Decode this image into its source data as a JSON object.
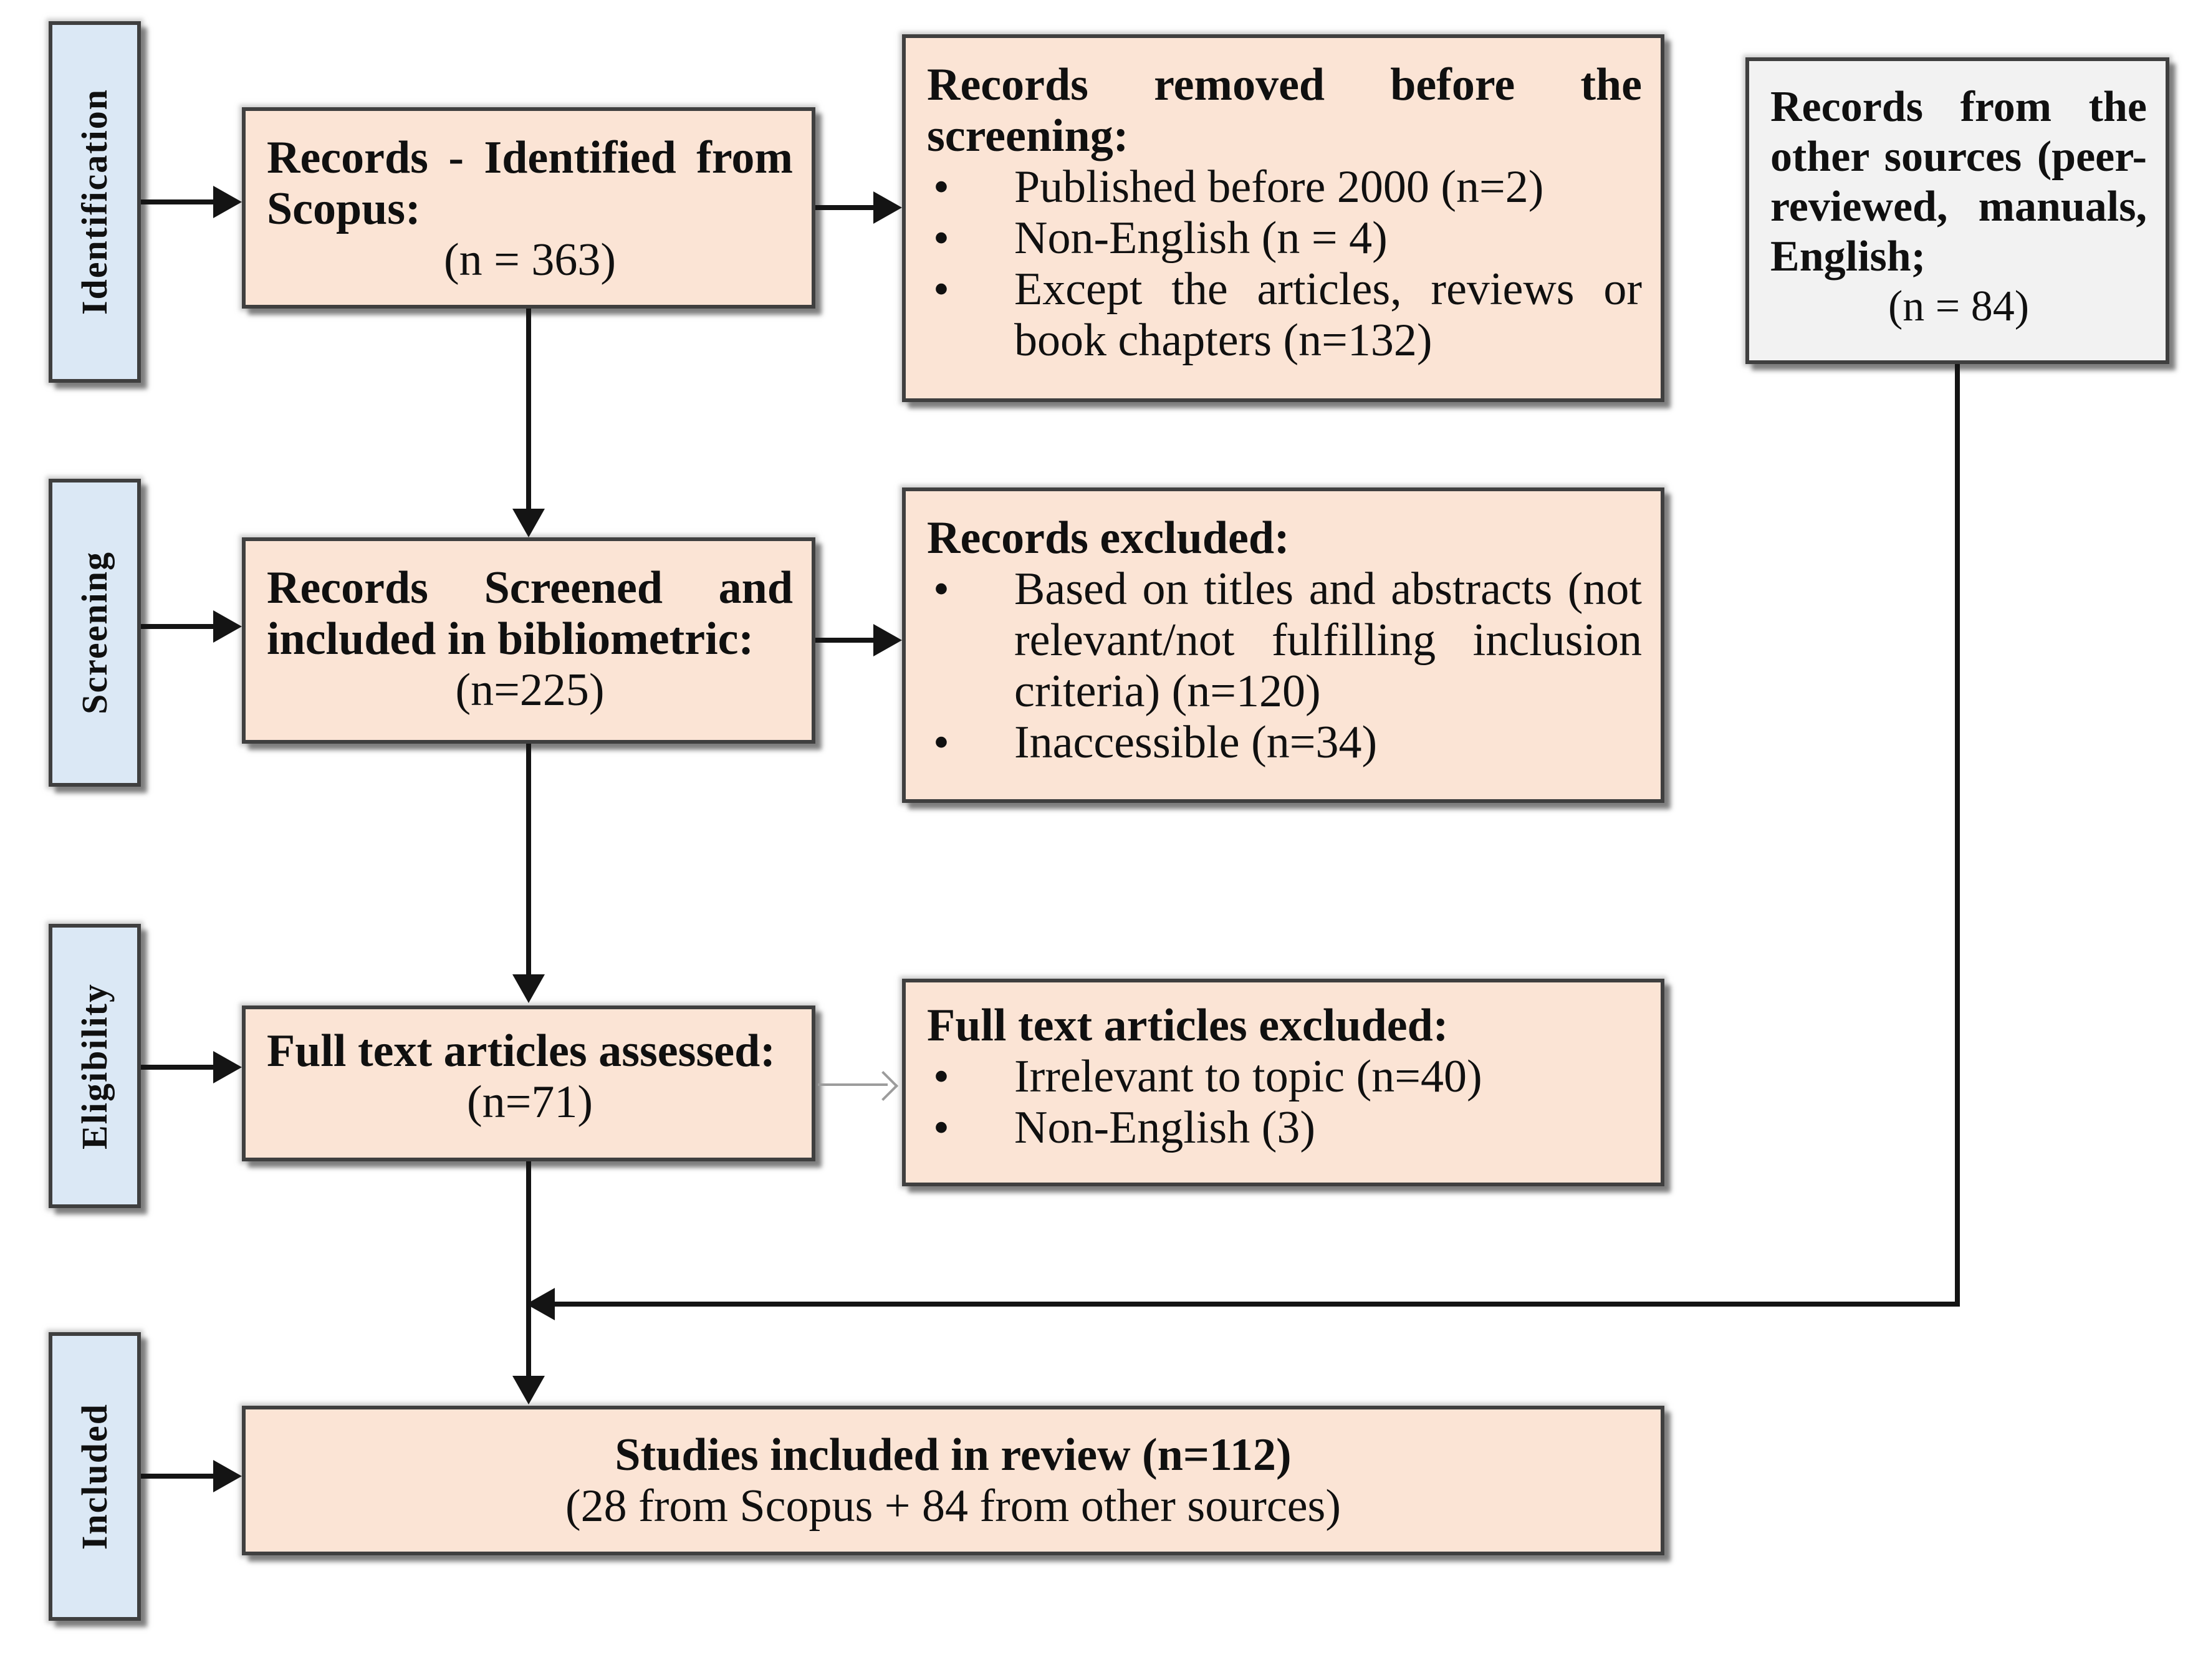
{
  "diagram": {
    "stages": {
      "identification": "Identification",
      "screening": "Screening",
      "eligibility": "Eligibility",
      "included": "Included"
    },
    "boxes": {
      "identified": {
        "title": "Records - Identified from Scopus:",
        "count": "(n = 363)"
      },
      "removed_before_screening": {
        "title": "Records removed before the screening:",
        "bullets": [
          "Published before 2000 (n=2)",
          "Non-English (n = 4)",
          "Except the articles, reviews or book chapters (n=132)"
        ]
      },
      "other_sources": {
        "title": "Records from the other sources (peer-reviewed, manuals, English;",
        "count": "(n = 84)"
      },
      "screened": {
        "title": "Records Screened and included in bibliometric:",
        "count": "(n=225)"
      },
      "records_excluded": {
        "title": "Records excluded:",
        "bullets": [
          "Based on titles and abstracts (not relevant/not fulfilling inclusion criteria) (n=120)",
          "Inaccessible (n=34)"
        ]
      },
      "fulltext_assessed": {
        "title": "Full text articles assessed:",
        "count": "(n=71)"
      },
      "fulltext_excluded": {
        "title": "Full text articles excluded:",
        "bullets": [
          "Irrelevant to topic (n=40)",
          "Non-English (3)"
        ]
      },
      "included_studies": {
        "line1": "Studies included in review (n=112)",
        "line2": "(28 from Scopus + 84 from other sources)"
      }
    },
    "colors": {
      "pink_fill": "#fbe4d5",
      "blue_fill": "#dbe8f5",
      "gray_fill": "#f2f2f2",
      "border": "#3f3f3f",
      "shadow": "#a6a6a6",
      "arrow": "#141414",
      "thin_arrow": "#9c9c9c"
    }
  }
}
